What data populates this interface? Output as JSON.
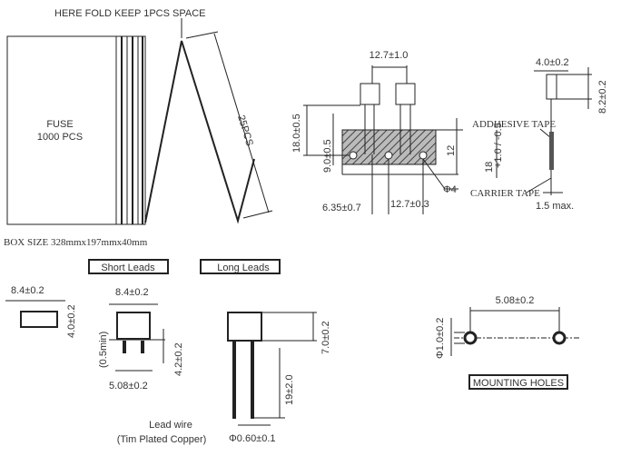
{
  "packaging": {
    "fold_note": "HERE FOLD KEEP 1PCS SPACE",
    "box_label_1": "FUSE",
    "box_label_2": "1000 PCS",
    "count_label": "25PCS",
    "box_size": "BOX SIZE 328mmx197mmx40mm"
  },
  "tape": {
    "pitch_top": "12.7±1.0",
    "height_total": "18.0±0.5",
    "hole_height": "9.0±0.5",
    "tape_width_inner": "12",
    "tape_width": "18",
    "tape_tolerance": "+1.0 / -0.5",
    "hole_dia": "Φ4",
    "offset": "6.35±0.7",
    "hole_pitch": "12.7±0.3",
    "adhesive_label": "ADDHESIVE TAPE",
    "carrier_label": "CARRIER TAPE",
    "side_width": "4.0±0.2",
    "side_height": "8.2±0.2",
    "thickness": "1.5 max."
  },
  "dimensions": {
    "top_view_width": "8.4±0.2",
    "top_view_depth": "4.0±0.2",
    "short_leads_title": "Short Leads",
    "long_leads_title": "Long Leads",
    "short_width": "8.4±0.2",
    "short_standoff": "(0.5min)",
    "short_lead_len": "4.2±0.2",
    "short_pitch": "5.08±0.2",
    "long_body_height": "7.0±0.2",
    "long_lead_len": "19±2.0",
    "lead_dia": "Φ0.60±0.1",
    "lead_wire_1": "Lead wire",
    "lead_wire_2": "(Tim Plated Copper)",
    "mount_pitch": "5.08±0.2",
    "mount_hole_dia": "Φ1.0±0.2",
    "mounting_title": "MOUNTING HOLES"
  }
}
